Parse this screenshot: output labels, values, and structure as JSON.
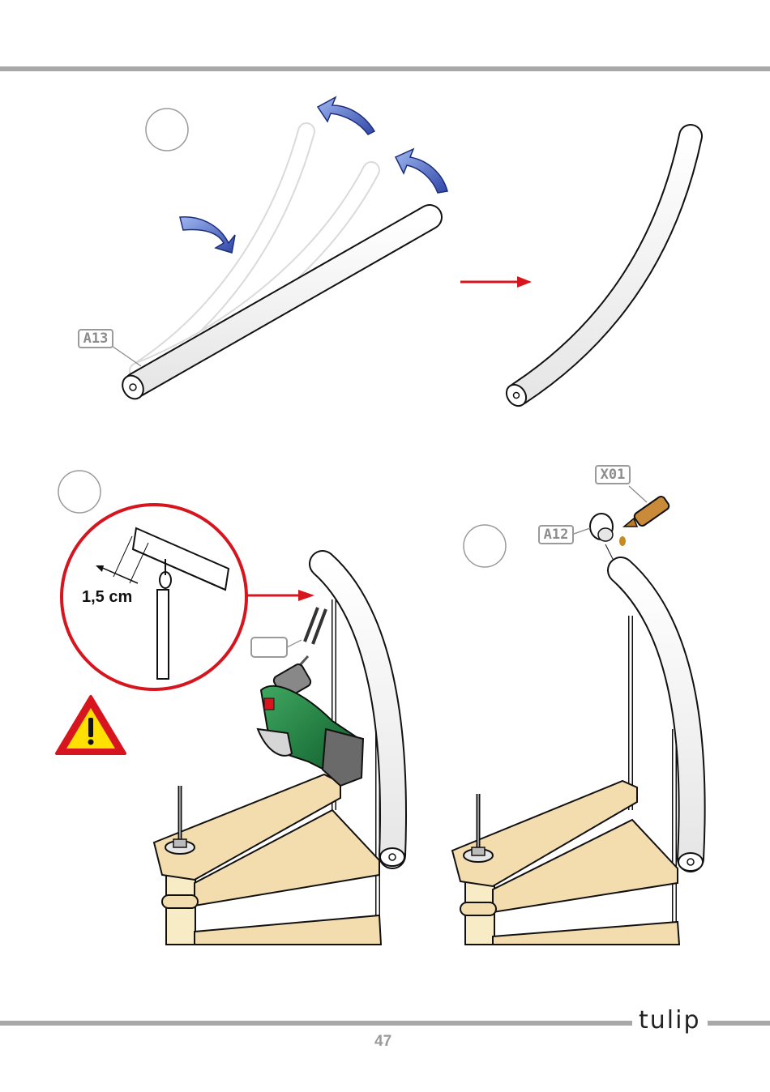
{
  "labels": {
    "handrail_part": "A13",
    "cap_part": "A12",
    "glue_part": "X01",
    "screw_part": ""
  },
  "dimension": "1,5 cm",
  "footer": {
    "page_number": "47",
    "brand": "tulip"
  },
  "colors": {
    "rule": "#a8a8a8",
    "red": "#d6151e",
    "arrow_blue": "#3a56b6",
    "wood": "#f3dcae",
    "warning_yellow": "#ffe000"
  },
  "icons": [
    "bend-arrow-icon",
    "red-arrow-icon",
    "warning-icon",
    "drill-icon",
    "glue-tube-icon"
  ]
}
